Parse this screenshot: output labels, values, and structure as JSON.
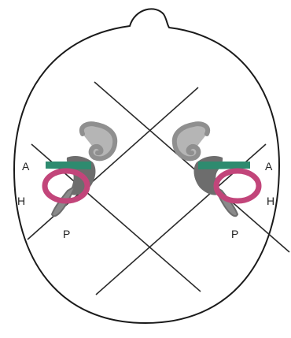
{
  "labels": {
    "left": {
      "anterior": "A",
      "horizontal": "H",
      "posterior": "P"
    },
    "right": {
      "anterior": "A",
      "horizontal": "H",
      "posterior": "P"
    }
  },
  "colors": {
    "outline": "#1a1a1a",
    "lines": "#2a2a2a",
    "anterior_canal": "#2e8b6f",
    "horizontal_canal": "#c2457a",
    "posterior_canal": "#8a8a8a",
    "cochlea": "#b5b5b5",
    "vestibule": "#6d6d6d"
  }
}
